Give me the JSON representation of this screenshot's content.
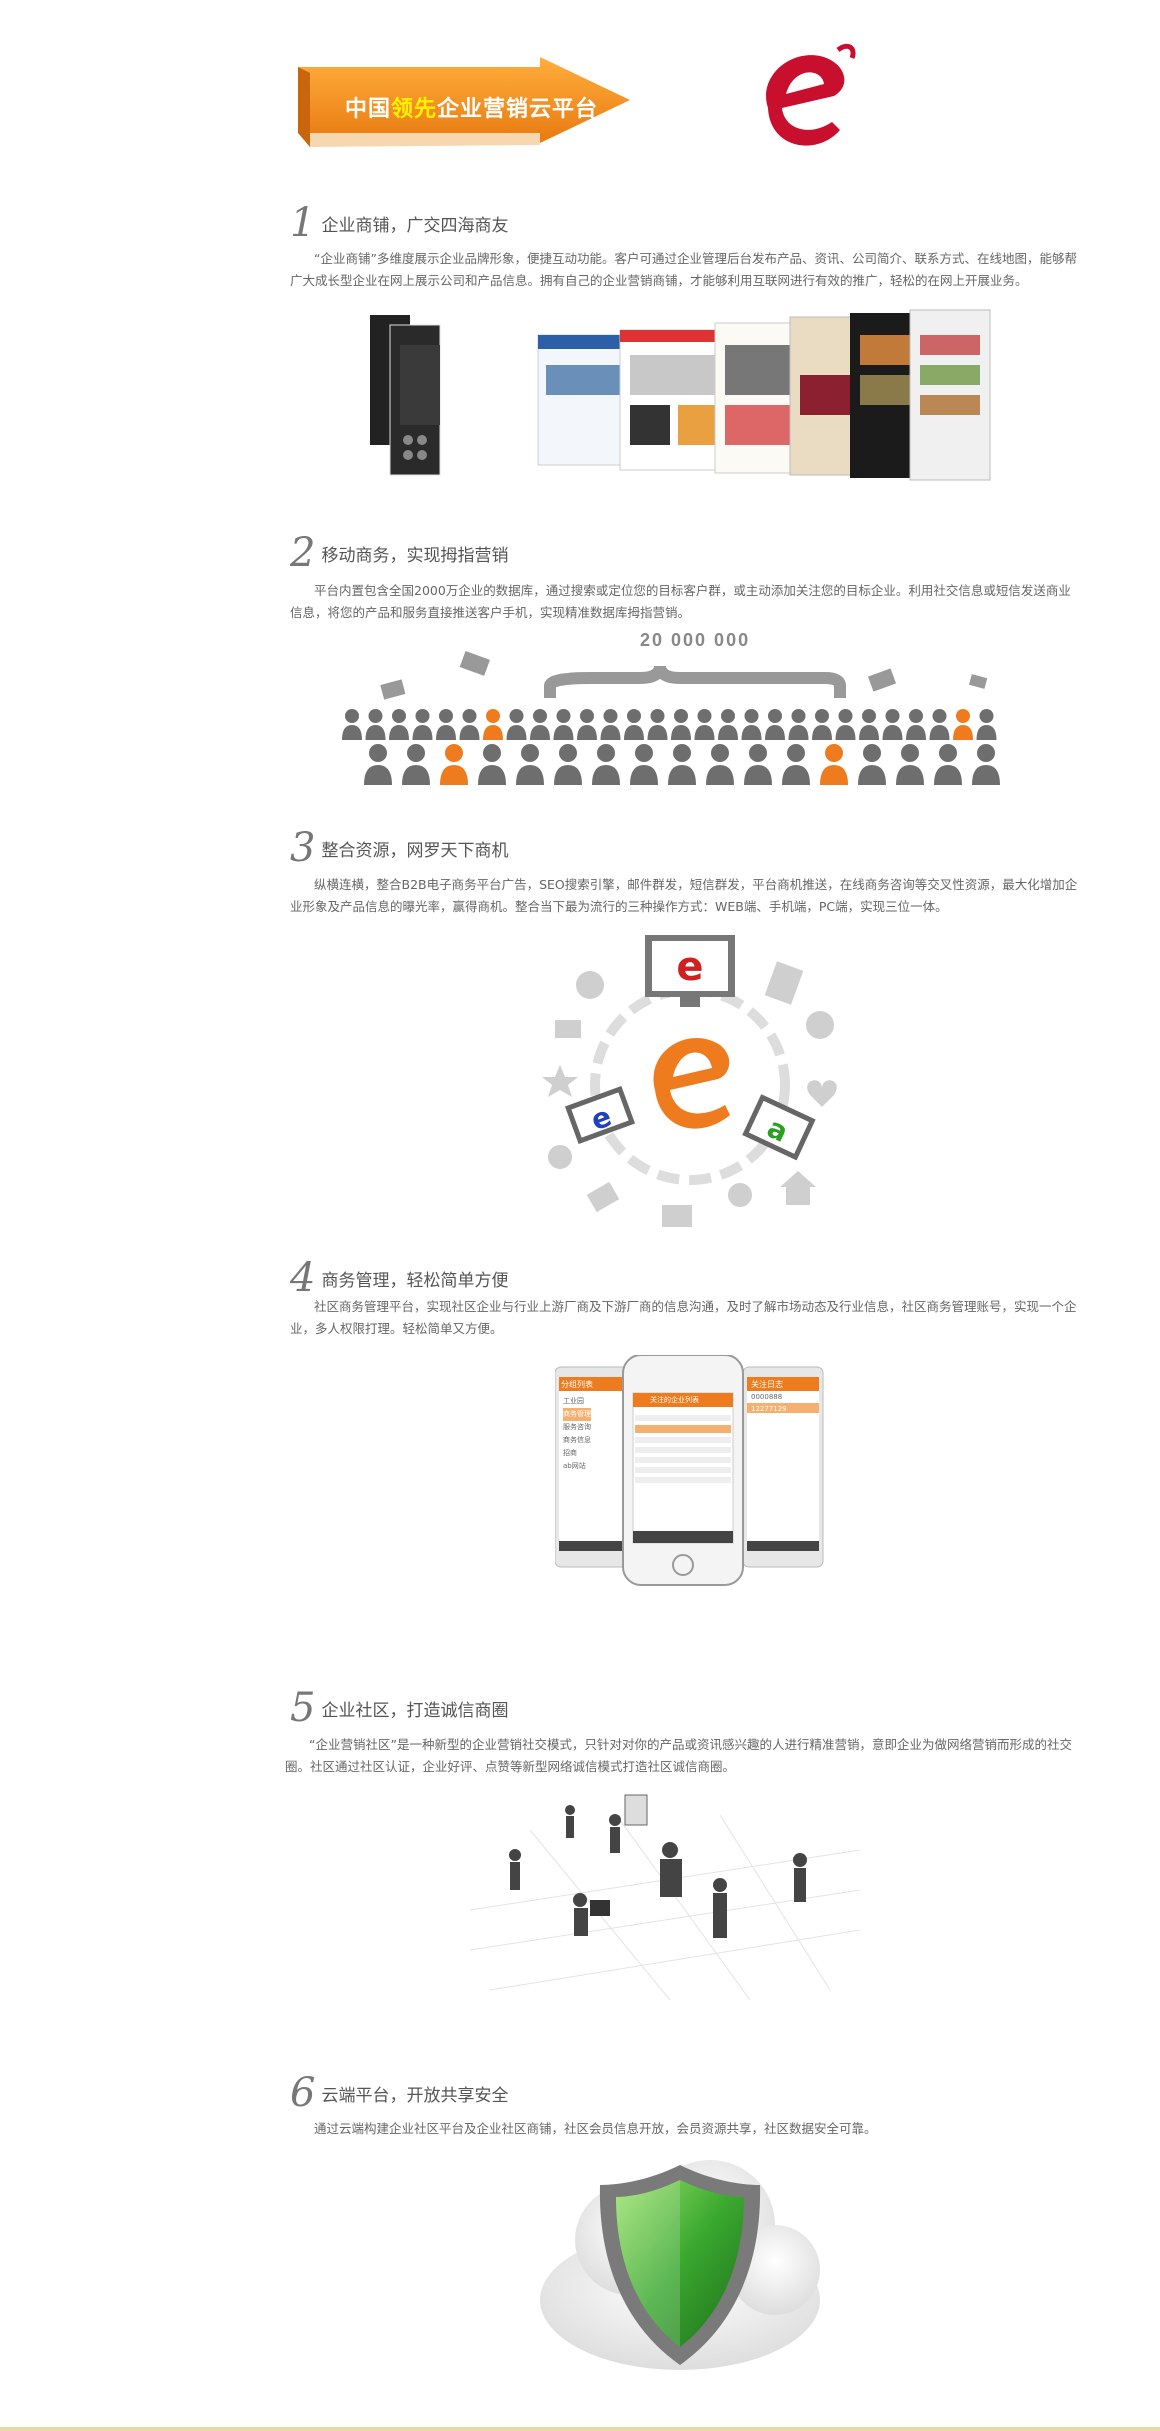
{
  "banner": {
    "text_before": "中国",
    "text_highlight": "领先",
    "text_after": "企业营销云平台",
    "color": "#f08a1c",
    "highlight_color": "#fff200"
  },
  "logo": {
    "name": "e-logo-icon",
    "color": "#c8102e"
  },
  "sections": [
    {
      "num": "1",
      "title": "企业商铺，广交四海商友",
      "body": "“企业商铺”多维度展示企业品牌形象，便捷互动功能。客户可通过企业管理后台发布产品、资讯、公司简介、联系方式、在线地图，能够帮广大成长型企业在网上展示公司和产品信息。拥有自己的企业营销商铺，才能够利用互联网进行有效的推广，轻松的在网上开展业务。"
    },
    {
      "num": "2",
      "title": "移动商务，实现拇指营销",
      "body": "平台内置包含全国2000万企业的数据库，通过搜索或定位您的目标客户群，或主动添加关注您的目标企业。利用社交信息或短信发送商业信息，将您的产品和服务直接推送客户手机，实现精准数据库拇指营销。",
      "count": "20 000 000"
    },
    {
      "num": "3",
      "title": "整合资源，网罗天下商机",
      "body": "纵横连横，整合B2B电子商务平台广告，SEO搜索引擎，邮件群发，短信群发，平台商机推送，在线商务咨询等交叉性资源，最大化增加企业形象及产品信息的曝光率，赢得商机。整合当下最为流行的三种操作方式：WEB端、手机端，PC端，实现三位一体。"
    },
    {
      "num": "4",
      "title": "商务管理，轻松简单方便",
      "body": "社区商务管理平台，实现社区企业与行业上游厂商及下游厂商的信息沟通，及时了解市场动态及行业信息，社区商务管理账号，实现一个企业，多人权限打理。轻松简单又方便。",
      "phone_left_title": "分组列表",
      "phone_mid_title": "关注的企业列表",
      "phone_right_title": "关注日志",
      "phone_left_items": [
        "工业园",
        "商务管理",
        "服务咨询",
        "商务信息",
        "招商",
        "ab网站"
      ],
      "phone_right_code": "0000888",
      "phone_right_num": "12277129"
    },
    {
      "num": "5",
      "title": "企业社区，打造诚信商圈",
      "body": "“企业营销社区”是一种新型的企业营销社交模式，只针对对你的产品或资讯感兴趣的人进行精准营销，意即企业为做网络营销而形成的社交圈。社区通过社区认证，企业好评、点赞等新型网络诚信模式打造社区诚信商圈。"
    },
    {
      "num": "6",
      "title": "云端平台，开放共享安全",
      "body": "通过云端构建企业社区平台及企业社区商铺，社区会员信息开放，会员资源共享，社区数据安全可靠。"
    }
  ],
  "colors": {
    "accent": "#f08a1c",
    "people_gray": "#6e6e6e",
    "people_orange": "#ee7b1e",
    "shield_green": "#3aa82f"
  }
}
